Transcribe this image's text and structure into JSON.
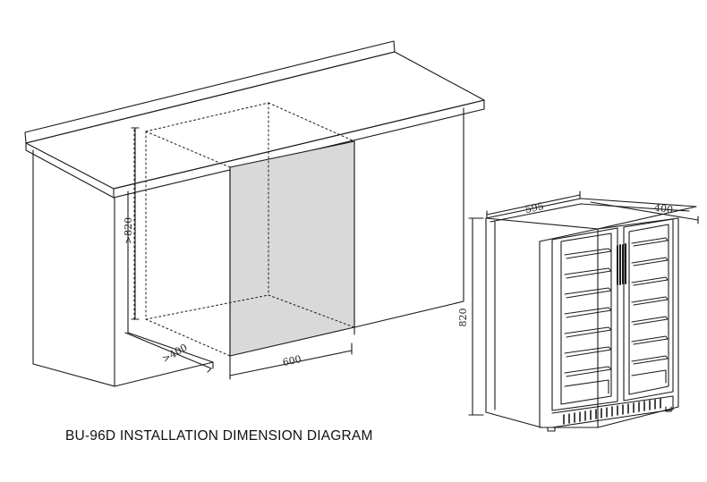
{
  "title": "BU-96D INSTALLATION DIMENSION DIAGRAM",
  "cabinet_dimensions": {
    "height": ">820",
    "depth": ">400",
    "width": "600"
  },
  "appliance_dimensions": {
    "width": "595",
    "depth": "400",
    "height": "820"
  },
  "colors": {
    "line": "#1a1a1a",
    "recess_fill": "#d9d9d9",
    "background": "#ffffff"
  }
}
